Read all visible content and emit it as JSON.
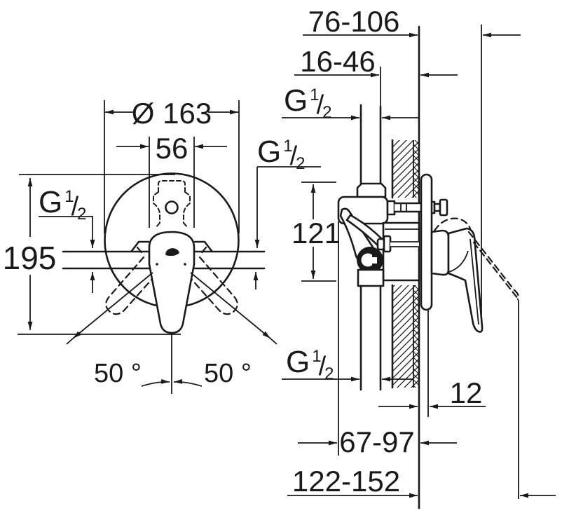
{
  "drawing": {
    "type": "faucet-concealed-mixer-installation-dimension-drawing",
    "labels": {
      "diameter": "Ø 163",
      "cartridge_width": "56",
      "overall_height": "195",
      "swing_left": "50 °",
      "swing_right": "50 °",
      "body_height": "121",
      "rough_in_depth": "16-46",
      "outlet_depth": "76-106",
      "plate_thickness": "12",
      "body_depth": "67-97",
      "total_depth": "122-152"
    },
    "thread_label": {
      "g": "G",
      "sup": "1",
      "slash": "/",
      "sub": "2"
    },
    "colors": {
      "line": "#1a1a1a",
      "background": "#ffffff"
    }
  }
}
